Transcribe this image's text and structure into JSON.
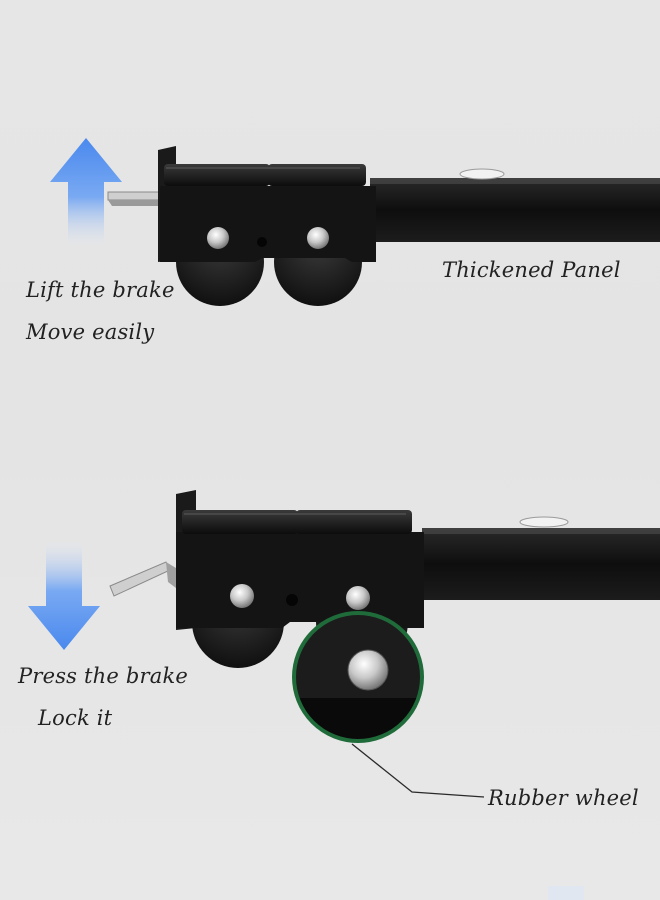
{
  "labels": {
    "lift": "Lift the brake",
    "move": "Move easily",
    "panel": "Thickened Panel",
    "press": "Press the brake",
    "lock": "Lock it",
    "rubber": "Rubber wheel"
  },
  "icons": {
    "up_arrow": "arrow-up-icon",
    "down_arrow": "arrow-down-icon"
  },
  "colors": {
    "arrow_blue": "#4f8ff0",
    "metal_black": "#141414",
    "highlight_ring": "#1f6b3a"
  }
}
